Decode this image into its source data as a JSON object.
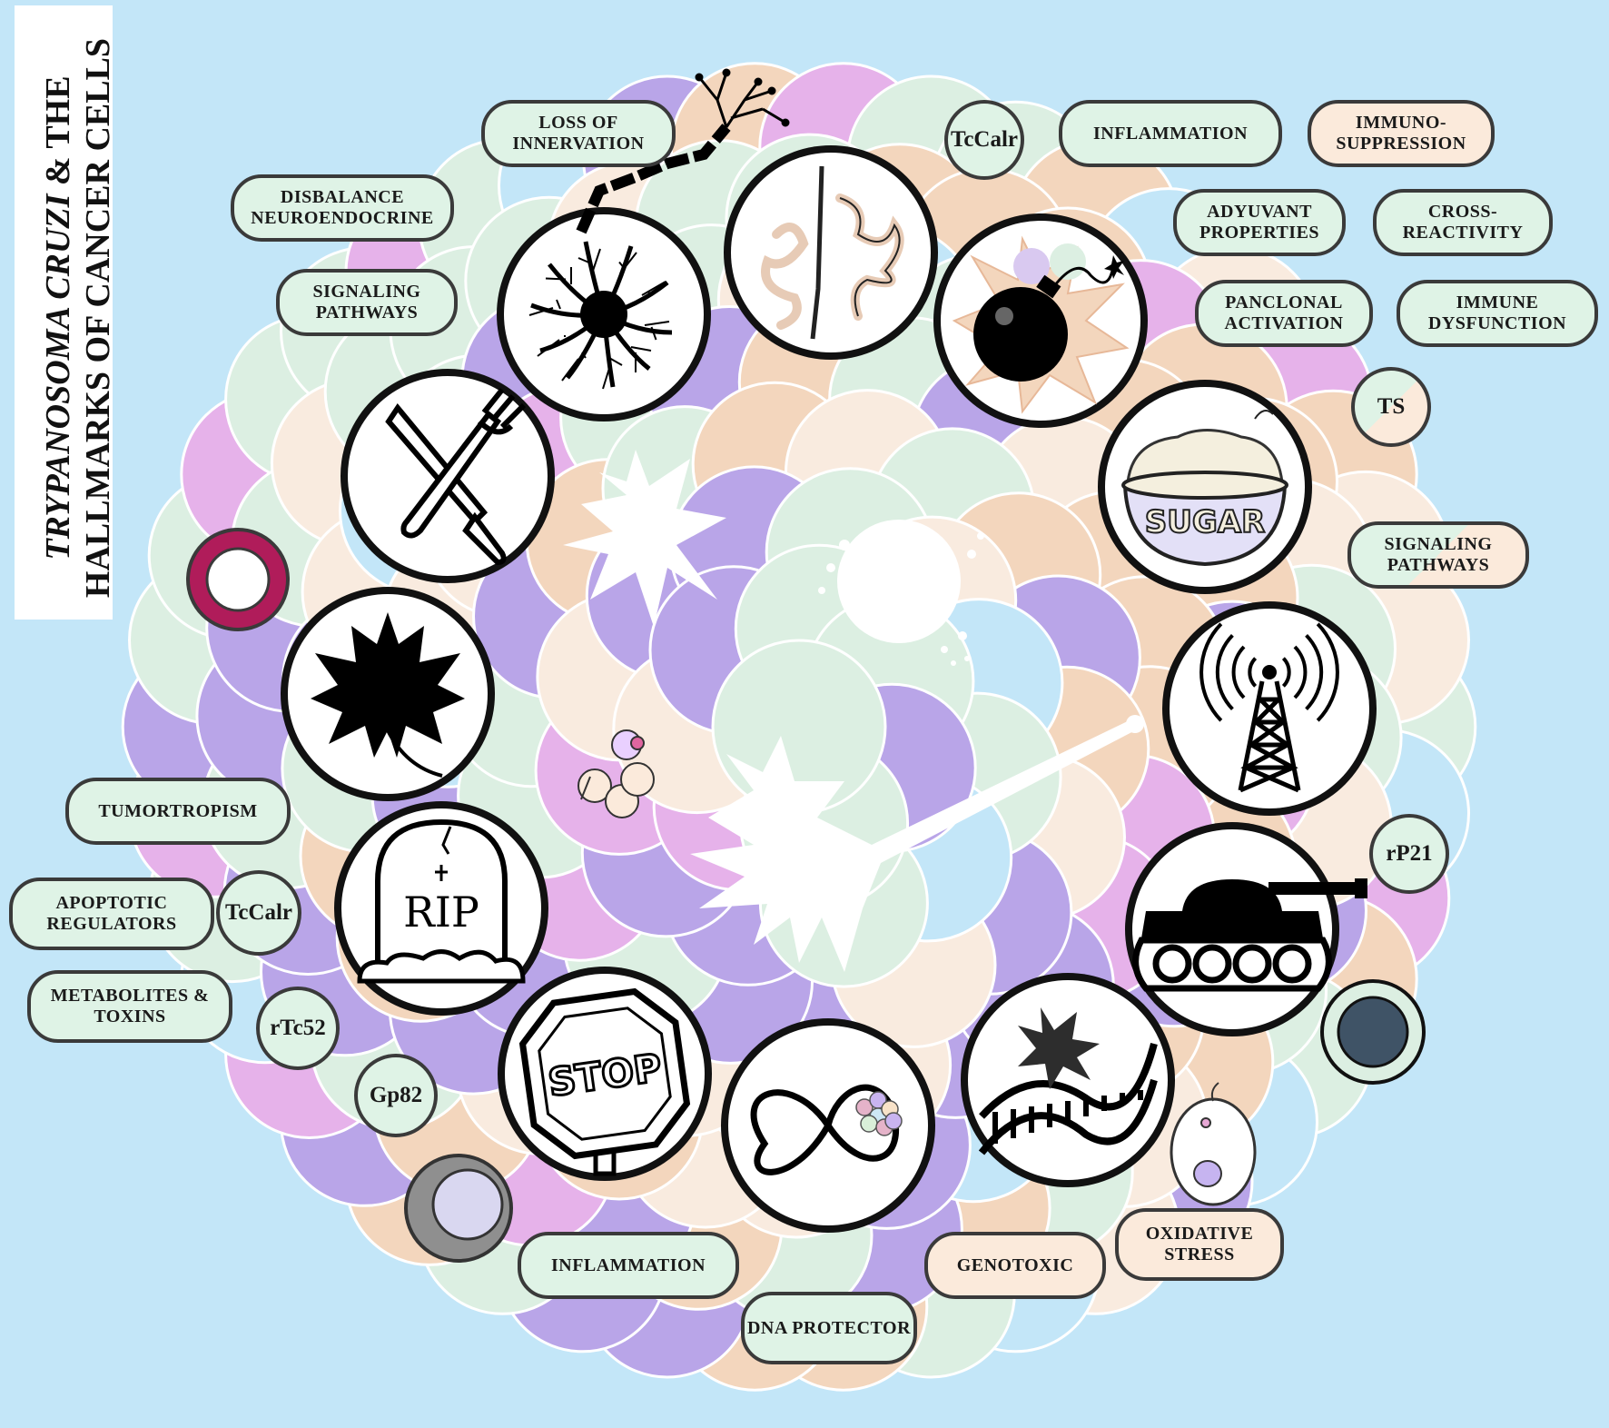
{
  "title": {
    "line1_italic": "TRYPANOSOMA CRUZI",
    "line1_rest": " & THE",
    "line2": "HALLMARKS OF CANCER CELLS"
  },
  "labels": {
    "loss_innervation": "LOSS OF INNERVATION",
    "disbalance": "DISBALANCE NEUROENDOCRINE",
    "signaling_left": "SIGNALING PATHWAYS",
    "tccalr_top": "TcCalr",
    "inflammation_top": "INFLAMMATION",
    "immunosuppression": "IMMUNO-SUPPRESSION",
    "adyuvant": "ADYUVANT PROPERTIES",
    "cross_reactivity": "CROSS-REACTIVITY",
    "panclonal": "PANCLONAL ACTIVATION",
    "immune_dysfunction": "IMMUNE DYSFUNCTION",
    "ts": "TS",
    "signaling_right": "SIGNALING PATHWAYS",
    "rp21": "rP21",
    "tumortropism": "TUMORTROPISM",
    "apoptotic": "APOPTOTIC REGULATORS",
    "tccalr_left": "TcCalr",
    "metabolites": "METABOLITES & TOXINS",
    "rtc52": "rTc52",
    "gp82": "Gp82",
    "inflammation_bottom": "INFLAMMATION",
    "dna_protector": "DNA PROTECTOR",
    "genotoxic": "GENOTOXIC",
    "oxidative": "OXIDATIVE STRESS"
  },
  "icon_text": {
    "sugar": "SUGAR",
    "rip": "RIP",
    "stop": "STOP"
  },
  "colors": {
    "background": "#c3e6f8",
    "purple": "#b9a5e8",
    "pink": "#e6b2ea",
    "peach": "#f3d6bd",
    "cream": "#f9ebdf",
    "mint": "#dcefe2",
    "label_green": "#dff3e6",
    "label_peach": "#fbeadb",
    "outline": "#3a3a3a"
  },
  "hallmark_icons": [
    "neuron-icon",
    "nerve-fiber-icon",
    "bomb-icon",
    "sugar-bowl-icon",
    "signal-tower-icon",
    "tank-icon",
    "dna-damage-icon",
    "infinity-chromosome-icon",
    "stop-sign-icon",
    "gravestone-icon",
    "maple-leaf-icon",
    "knife-fork-icon"
  ]
}
